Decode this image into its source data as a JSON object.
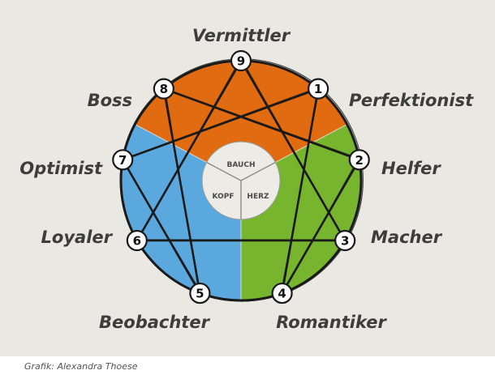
{
  "colors": {
    "background": "#e9e8e3",
    "bauch": "#e06b10",
    "herz": "#77b52f",
    "kopf": "#5aa8de",
    "center": "#ecebe6",
    "lines": "#1a1a1a",
    "label": "#3d3d3d"
  },
  "center_labels": {
    "bauch": "BAUCH",
    "herz": "HERZ",
    "kopf": "KOPF"
  },
  "types": [
    {
      "number": "9",
      "label": "Vermittler"
    },
    {
      "number": "1",
      "label": "Perfektionist"
    },
    {
      "number": "2",
      "label": "Helfer"
    },
    {
      "number": "3",
      "label": "Macher"
    },
    {
      "number": "4",
      "label": "Romantiker"
    },
    {
      "number": "5",
      "label": "Beobachter"
    },
    {
      "number": "6",
      "label": "Loyaler"
    },
    {
      "number": "7",
      "label": "Optimist"
    },
    {
      "number": "8",
      "label": "Boss"
    }
  ],
  "credit": "Grafik: Alexandra Thoese"
}
